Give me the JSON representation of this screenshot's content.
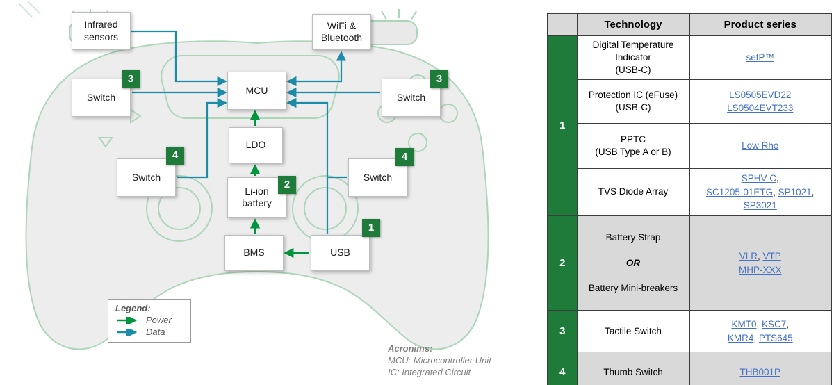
{
  "colors": {
    "accent_green": "#1e7b3a",
    "power_green": "#009640",
    "data_teal": "#1b8ca8",
    "link_blue": "#4472c4",
    "controller_outline_green": "#abd6b8",
    "table_alt_gray": "#d9d9d9"
  },
  "diagram": {
    "blocks": {
      "infrared": {
        "label": "Infrared sensors"
      },
      "wifi": {
        "label": "WiFi & Bluetooth"
      },
      "mcu": {
        "label": "MCU"
      },
      "switch_top_left": {
        "label": "Switch",
        "badge": "3"
      },
      "switch_top_right": {
        "label": "Switch",
        "badge": "3"
      },
      "ldo": {
        "label": "LDO"
      },
      "switch_bottom_left": {
        "label": "Switch",
        "badge": "4"
      },
      "switch_bottom_right": {
        "label": "Switch",
        "badge": "4"
      },
      "battery": {
        "label": "Li-ion battery",
        "badge": "2"
      },
      "bms": {
        "label": "BMS"
      },
      "usb": {
        "label": "USB",
        "badge": "1"
      }
    },
    "legend": {
      "title": "Legend:",
      "power_label": "Power",
      "data_label": "Data"
    },
    "acronyms": {
      "title": "Acronims:",
      "line1": "MCU: Microcontroller Unit",
      "line2": "IC: Integrated Circuit"
    }
  },
  "table": {
    "header": {
      "technology": "Technology",
      "product_series": "Product series"
    },
    "groups": [
      "1",
      "2",
      "3",
      "4"
    ],
    "rows": [
      {
        "technology": "Digital Temperature\nIndicator\n(USB-C)",
        "products": [
          {
            "links": [
              "setP™"
            ]
          }
        ]
      },
      {
        "technology": "Protection IC (eFuse)\n(USB-C)",
        "products": [
          {
            "links": [
              "LS0505EVD22"
            ]
          },
          {
            "links": [
              "LS0504EVT233"
            ]
          }
        ]
      },
      {
        "technology": "PPTC\n(USB Type A or B)",
        "products": [
          {
            "links": [
              "Low Rho"
            ]
          }
        ]
      },
      {
        "technology": "TVS Diode Array",
        "products": [
          {
            "links": [
              "SPHV-C"
            ],
            "tail": ","
          },
          {
            "links": [
              "SC1205-01ETG",
              "SP1021"
            ],
            "tail": ","
          },
          {
            "links": [
              "SP3021"
            ]
          }
        ]
      },
      {
        "technology_line1": "Battery Strap",
        "technology_or": "OR",
        "technology_line2": "Battery Mini-breakers",
        "products": [
          {
            "links": [
              "VLR",
              "VTP"
            ]
          },
          {
            "links": [
              "MHP-XXX"
            ]
          }
        ]
      },
      {
        "technology": "Tactile Switch",
        "products": [
          {
            "links": [
              "KMT0",
              "KSC7"
            ],
            "tail": ","
          },
          {
            "links": [
              "KMR4",
              "PTS645"
            ]
          }
        ]
      },
      {
        "technology": "Thumb Switch",
        "products": [
          {
            "links": [
              "THB001P"
            ]
          }
        ]
      }
    ]
  }
}
